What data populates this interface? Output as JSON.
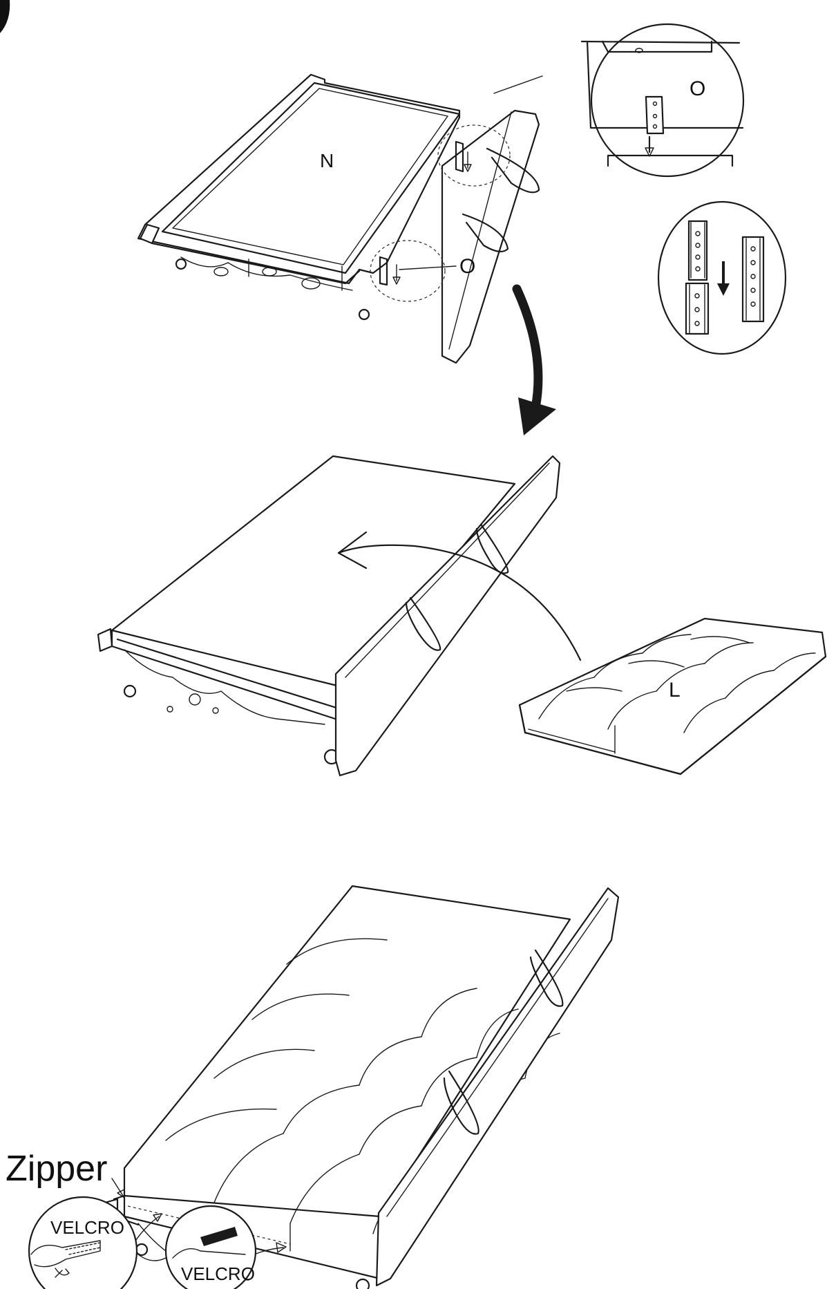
{
  "labels": {
    "part_n": "N",
    "part_o_zoom": "O",
    "part_o_main": "O",
    "part_l": "L",
    "zipper": "Zipper",
    "velcro_left": "VELCRO",
    "velcro_right": "VELCRO"
  },
  "icons": {
    "step_arrow": "curved-down-arrow-icon",
    "rotate_arrow": "curved-left-arrow-icon",
    "insert_arrow": "down-arrow-icon"
  },
  "colors": {
    "line": "#1a1a1a",
    "background": "#ffffff"
  }
}
